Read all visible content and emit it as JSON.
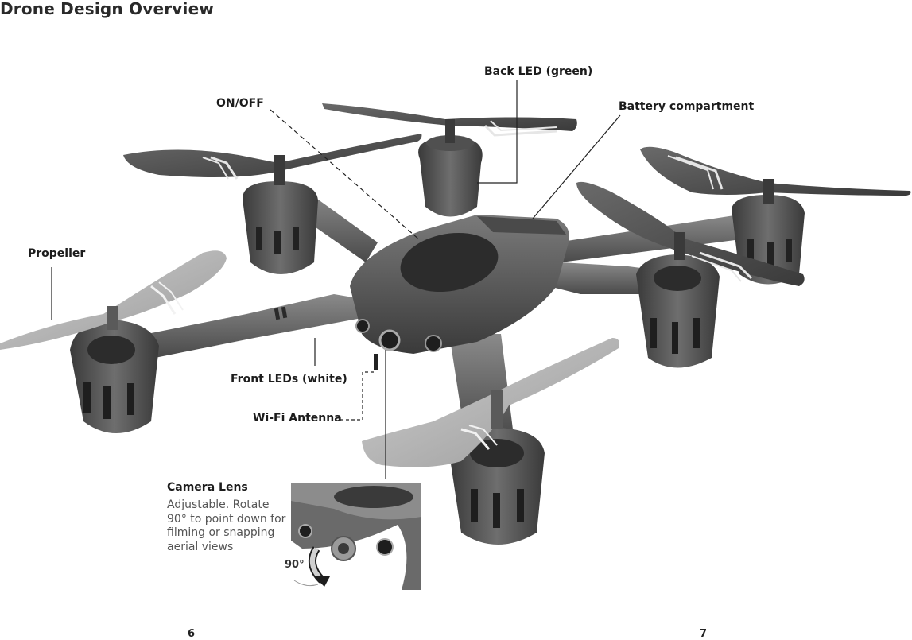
{
  "title": "Drone Design Overview",
  "labels": {
    "back_led": "Back LED (green)",
    "on_off": "ON/OFF",
    "battery": "Battery compartment",
    "propeller": "Propeller",
    "front_leds": "Front LEDs (white)",
    "wifi": "Wi-Fi Antenna",
    "camera_lens": "Camera Lens"
  },
  "camera_desc": "Adjustable. Rotate 90° to point down for filming or snapping aerial views",
  "inset": {
    "rotation_label": "90°"
  },
  "pages": {
    "left": "6",
    "right": "7"
  },
  "colors": {
    "body": "#5a5a5a",
    "body_dark": "#3e3e3e",
    "arm": "#6b6b6b",
    "blade_dark": "#4a4a4a",
    "blade_light": "#b5b5b5",
    "stripe": "#eeeeee"
  }
}
